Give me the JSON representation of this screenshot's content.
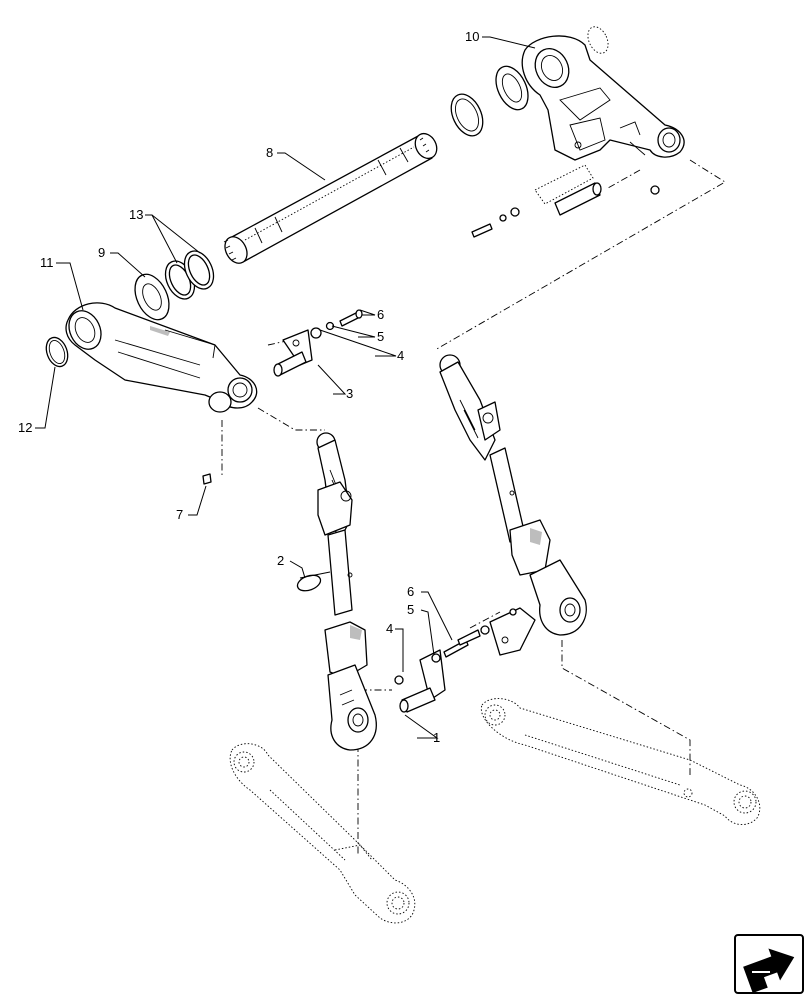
{
  "callouts": [
    {
      "id": "c1",
      "text": "1"
    },
    {
      "id": "c2",
      "text": "2"
    },
    {
      "id": "c3",
      "text": "3"
    },
    {
      "id": "c4a",
      "text": "4"
    },
    {
      "id": "c4b",
      "text": "4"
    },
    {
      "id": "c5a",
      "text": "5"
    },
    {
      "id": "c5b",
      "text": "5"
    },
    {
      "id": "c6a",
      "text": "6"
    },
    {
      "id": "c6b",
      "text": "6"
    },
    {
      "id": "c7",
      "text": "7"
    },
    {
      "id": "c8",
      "text": "8"
    },
    {
      "id": "c9",
      "text": "9"
    },
    {
      "id": "c10",
      "text": "10"
    },
    {
      "id": "c11",
      "text": "11"
    },
    {
      "id": "c12",
      "text": "12"
    },
    {
      "id": "c13",
      "text": "13"
    }
  ],
  "icons": {
    "nav": "next-page-arrow-icon"
  }
}
